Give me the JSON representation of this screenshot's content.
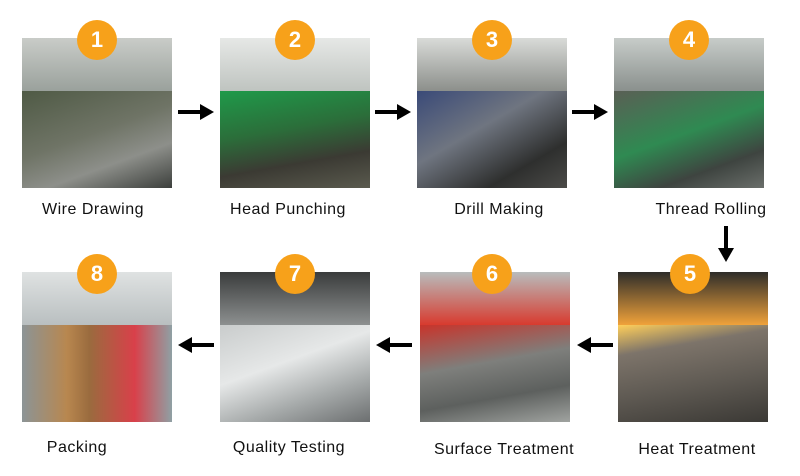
{
  "steps": [
    {
      "number": "1",
      "label": "Wire Drawing"
    },
    {
      "number": "2",
      "label": "Head Punching"
    },
    {
      "number": "3",
      "label": "Drill Making"
    },
    {
      "number": "4",
      "label": "Thread Rolling"
    },
    {
      "number": "5",
      "label": "Heat Treatment"
    },
    {
      "number": "6",
      "label": "Surface Treatment"
    },
    {
      "number": "7",
      "label": "Quality Testing"
    },
    {
      "number": "8",
      "label": "Packing"
    }
  ],
  "colors": {
    "badge": "#f7a11a",
    "arrow": "#000000"
  }
}
